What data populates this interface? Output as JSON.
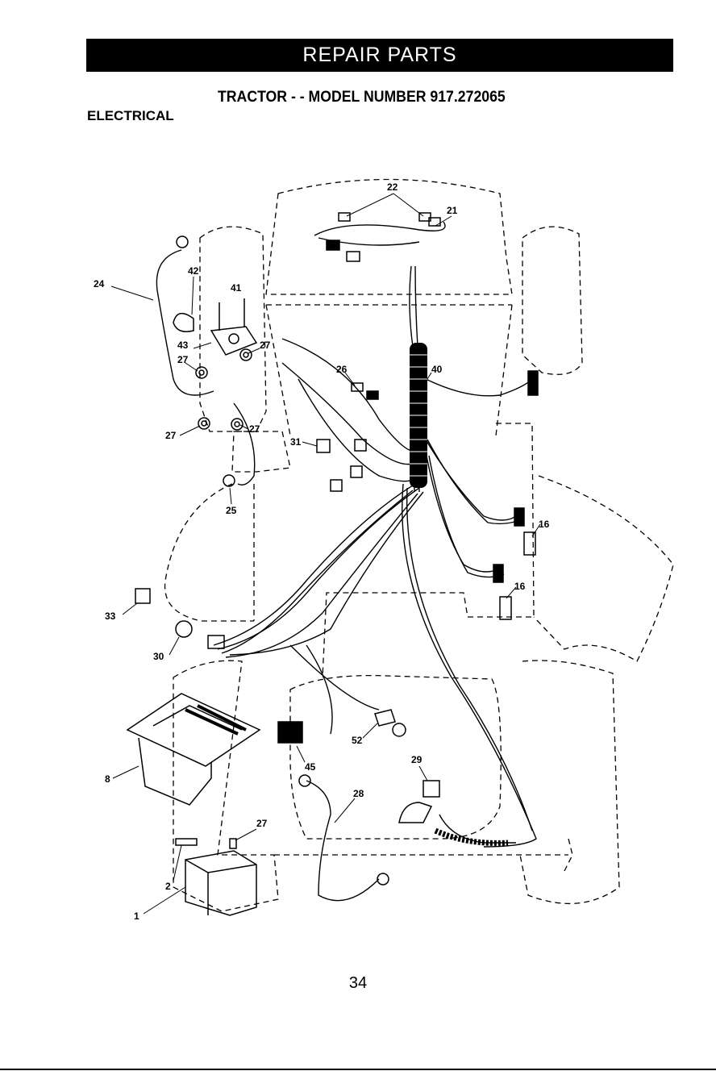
{
  "header": {
    "title": "REPAIR PARTS",
    "subtitle": "TRACTOR - - MODEL NUMBER 917.272065",
    "section": "ELECTRICAL"
  },
  "diagram": {
    "callouts": [
      "22",
      "21",
      "24",
      "42",
      "41",
      "43",
      "27",
      "27",
      "26",
      "40",
      "27",
      "27",
      "31",
      "25",
      "16",
      "16",
      "33",
      "30",
      "8",
      "52",
      "45",
      "29",
      "28",
      "27",
      "2",
      "1"
    ]
  },
  "footer": {
    "page_number": "34"
  },
  "colors": {
    "ink": "#000000",
    "paper": "#ffffff",
    "header_text": "#ffffff"
  }
}
